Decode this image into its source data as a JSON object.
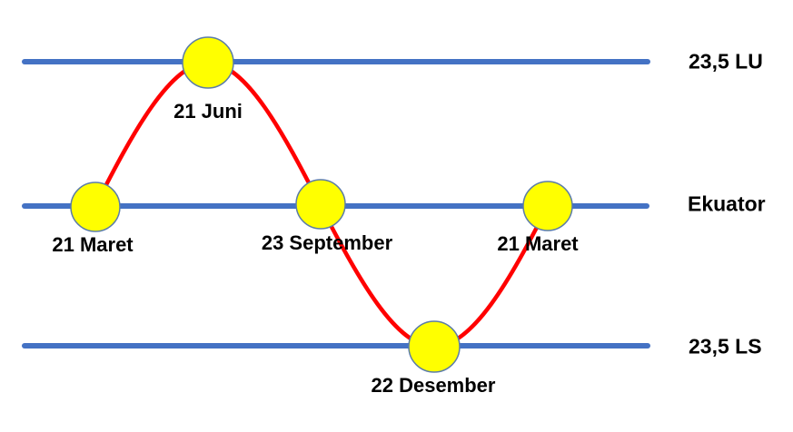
{
  "colors": {
    "background": "#FFFFFF",
    "latitude_line_blue": "#4472C4",
    "sun_path_red": "#FF0000",
    "sun_fill_yellow": "#FFFF00",
    "sun_outline": "#5B7CA8",
    "text_black": "#000000"
  },
  "latitude_lines": [
    {
      "label": "23,5 LU"
    },
    {
      "label": "Ekuator"
    },
    {
      "label": "23,5 LS"
    }
  ],
  "sun_markers": [
    {
      "label": "21 Maret"
    },
    {
      "label": "21 Juni"
    },
    {
      "label": "23 September"
    },
    {
      "label": "22 Desember"
    },
    {
      "label": "21 Maret"
    }
  ]
}
